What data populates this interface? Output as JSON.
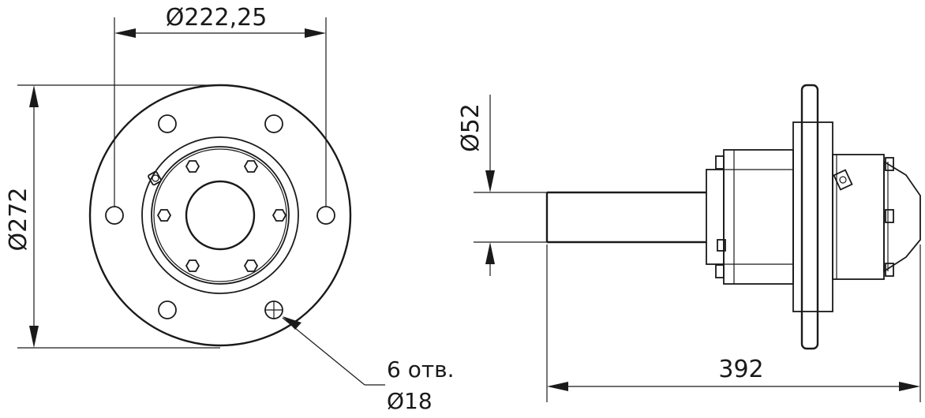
{
  "dimensions": {
    "bolt_circle_diameter": "Ø222,25",
    "flange_diameter": "Ø272",
    "shaft_diameter": "Ø52",
    "overall_length": "392"
  },
  "hole_callout": {
    "count_line": "6 отв.",
    "diameter_line": "Ø18"
  }
}
